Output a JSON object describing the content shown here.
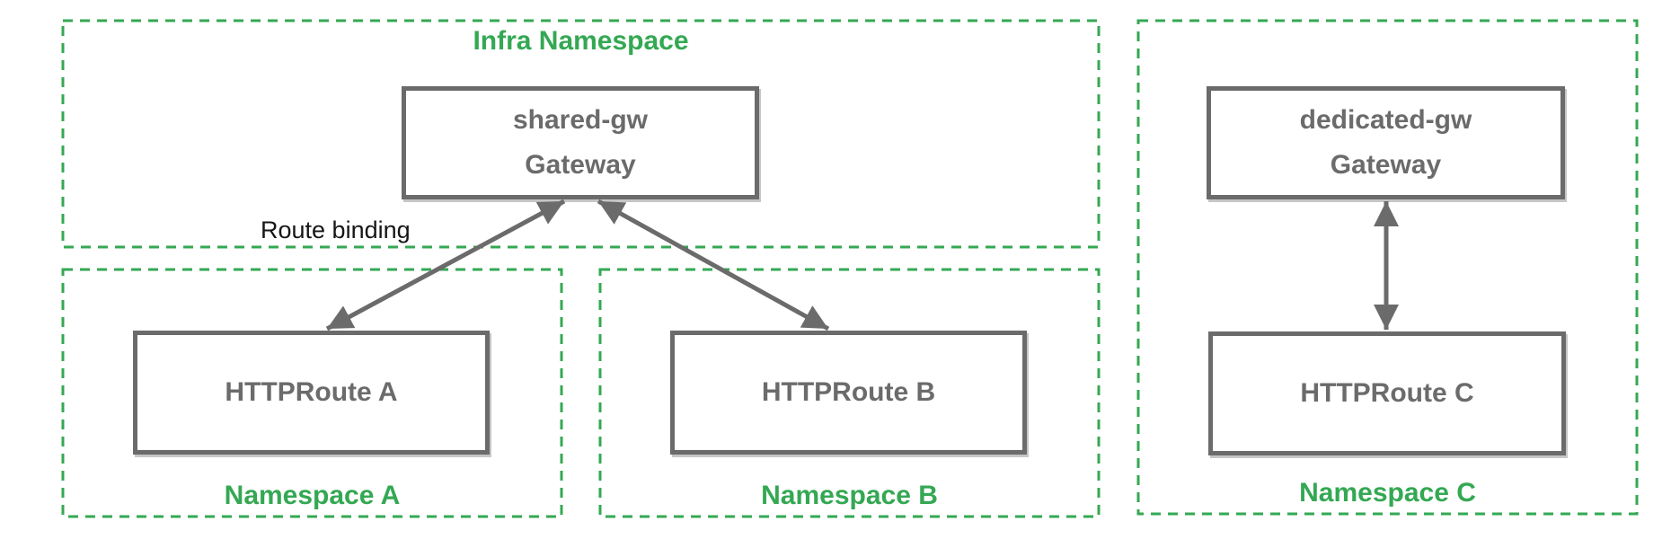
{
  "diagram": {
    "namespaces": {
      "infra": {
        "label": "Infra Namespace"
      },
      "a": {
        "label": "Namespace A"
      },
      "b": {
        "label": "Namespace B"
      },
      "c": {
        "label": "Namespace C"
      }
    },
    "nodes": {
      "shared_gw": {
        "line1": "shared-gw",
        "line2": "Gateway"
      },
      "dedicated_gw": {
        "line1": "dedicated-gw",
        "line2": "Gateway"
      },
      "route_a": {
        "label": "HTTPRoute A"
      },
      "route_b": {
        "label": "HTTPRoute B"
      },
      "route_c": {
        "label": "HTTPRoute C"
      }
    },
    "edges": {
      "label": "Route binding",
      "connections": [
        {
          "from": "HTTPRoute A",
          "to": "shared-gw Gateway",
          "style": "double-arrow"
        },
        {
          "from": "HTTPRoute B",
          "to": "shared-gw Gateway",
          "style": "double-arrow"
        },
        {
          "from": "HTTPRoute C",
          "to": "dedicated-gw Gateway",
          "style": "double-arrow"
        }
      ]
    },
    "colors": {
      "namespace_green": "#34a853",
      "node_gray": "#6b6b6b",
      "edge_label_black": "#161616",
      "background": "#ffffff"
    }
  }
}
